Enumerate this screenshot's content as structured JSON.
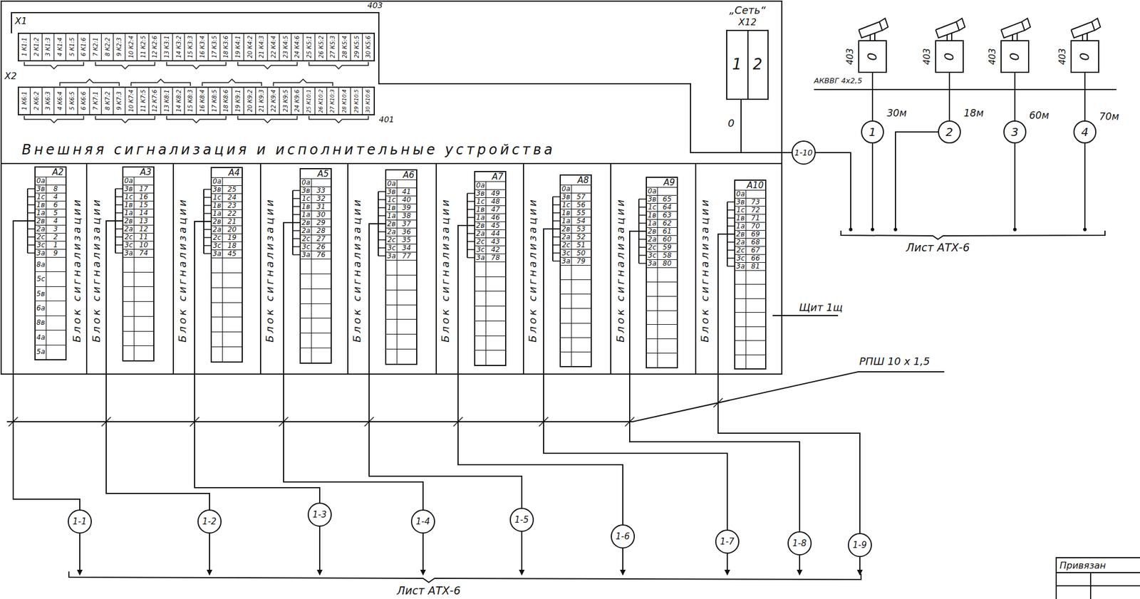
{
  "diagram": {
    "nodes": [
      {
        "text": [
          "„Сеть“",
          "X12",
          "1",
          "2"
        ]
      },
      {
        "text": [
          "403",
          "0"
        ]
      },
      {
        "text": [
          "403",
          "0"
        ]
      },
      {
        "text": [
          "403",
          "0"
        ]
      },
      {
        "text": [
          "403",
          "0"
        ]
      },
      {
        "text": [
          "1"
        ]
      },
      {
        "text": [
          "2"
        ]
      },
      {
        "text": [
          "3"
        ]
      },
      {
        "text": [
          "4"
        ]
      },
      {
        "text": [
          "1-10"
        ]
      },
      {
        "text": [
          "А2"
        ]
      },
      {
        "text": [
          "А3"
        ]
      },
      {
        "text": [
          "А4"
        ]
      },
      {
        "text": [
          "А5"
        ]
      },
      {
        "text": [
          "А6"
        ]
      },
      {
        "text": [
          "А7"
        ]
      },
      {
        "text": [
          "А8"
        ]
      },
      {
        "text": [
          "А9"
        ]
      },
      {
        "text": [
          "А10"
        ]
      },
      {
        "text": [
          "1-1"
        ]
      },
      {
        "text": [
          "1-2"
        ]
      },
      {
        "text": [
          "1-3"
        ]
      },
      {
        "text": [
          "1-4"
        ]
      },
      {
        "text": [
          "1-5"
        ]
      },
      {
        "text": [
          "1-6"
        ]
      },
      {
        "text": [
          "1-7"
        ]
      },
      {
        "text": [
          "1-8"
        ]
      },
      {
        "text": [
          "1-9"
        ]
      }
    ],
    "edges": [
      {
        "from": 0,
        "to": 9,
        "arrow": "none"
      },
      {
        "from": 1,
        "to": 5,
        "arrow": "none"
      },
      {
        "from": 2,
        "to": 6,
        "arrow": "none"
      },
      {
        "from": 3,
        "to": 7,
        "arrow": "none"
      },
      {
        "from": 4,
        "to": 8,
        "arrow": "none"
      },
      {
        "from": 10,
        "to": 19,
        "arrow": "none"
      },
      {
        "from": 11,
        "to": 20,
        "arrow": "none"
      },
      {
        "from": 12,
        "to": 21,
        "arrow": "none"
      },
      {
        "from": 13,
        "to": 22,
        "arrow": "none"
      },
      {
        "from": 14,
        "to": 23,
        "arrow": "none"
      },
      {
        "from": 15,
        "to": 24,
        "arrow": "none"
      },
      {
        "from": 16,
        "to": 25,
        "arrow": "none"
      },
      {
        "from": 17,
        "to": 26,
        "arrow": "none"
      },
      {
        "from": 18,
        "to": 27,
        "arrow": "none"
      }
    ],
    "labels": [
      "X1",
      "403",
      "1 К1:1",
      "2 К1:2",
      "3 К1:3",
      "4 К1:4",
      "5 К1:5",
      "6 К1:6",
      "7 К2:1",
      "8 К2:2",
      "9 К2:3",
      "10 К2:4",
      "11 К2:5",
      "12 К2:6",
      "13 К3:1",
      "14 К3:2",
      "15 К3:3",
      "16 К3:4",
      "17 К3:5",
      "18 К3:6",
      "19 К4:1",
      "20 К4:2",
      "21 К4:3",
      "22 К4:4",
      "23 К4:5",
      "24 К4:6",
      "25 К5:1",
      "26 К5:2",
      "27 К5:3",
      "28 К5:4",
      "29 К5:5",
      "30 К5:6",
      "X2",
      "1 К6:1",
      "2 К6:2",
      "3 К6:3",
      "4 К6:4",
      "5 К6:5",
      "6 К6:6",
      "7 К7:1",
      "8 К7:2",
      "9 К7:3",
      "10 К7:4",
      "11 К7:5",
      "12 К7:6",
      "13 К8:1",
      "14 К8:2",
      "15 К8:3",
      "16 К8:4",
      "17 К8:5",
      "18 К8:6",
      "19 К9:1",
      "20 К9:2",
      "21 К9:3",
      "22 К9:4",
      "23 К9:5",
      "24 К9:6",
      "25 К10:1",
      "26 К10:2",
      "27 К10:3",
      "28 К10:4",
      "29 К10:5",
      "30 К10:6",
      "401",
      "Внешняя сигнализация и исполнительные устройства",
      "0",
      "АКВВГ 4x2,5",
      "30м",
      "18м",
      "60м",
      "70м",
      "Лист АТХ-6",
      "0а",
      "3в",
      "8",
      "1с",
      "4",
      "1в",
      "6",
      "1а",
      "5",
      "2в",
      "4",
      "2а",
      "3",
      "2с",
      "2",
      "3с",
      "1",
      "3а",
      "9",
      "8а",
      "5с",
      "5в",
      "6а",
      "8в",
      "4а",
      "5а",
      "0а",
      "3в",
      "17",
      "1с",
      "16",
      "1в",
      "15",
      "1а",
      "14",
      "2в",
      "13",
      "2а",
      "12",
      "2с",
      "11",
      "3с",
      "10",
      "3а",
      "74",
      "0а",
      "3в",
      "25",
      "1с",
      "24",
      "1в",
      "23",
      "1а",
      "22",
      "2в",
      "21",
      "2а",
      "20",
      "2с",
      "19",
      "3с",
      "18",
      "3а",
      "45",
      "0а",
      "3в",
      "33",
      "1с",
      "32",
      "1в",
      "31",
      "1а",
      "30",
      "2в",
      "29",
      "2а",
      "28",
      "2с",
      "27",
      "3с",
      "26",
      "3а",
      "76",
      "0а",
      "3в",
      "41",
      "1с",
      "40",
      "1в",
      "39",
      "1а",
      "38",
      "2в",
      "37",
      "2а",
      "36",
      "2с",
      "35",
      "3с",
      "34",
      "3а",
      "77",
      "0а",
      "3в",
      "49",
      "1с",
      "48",
      "1в",
      "47",
      "1а",
      "46",
      "2в",
      "45",
      "2а",
      "44",
      "2с",
      "43",
      "3с",
      "42",
      "3а",
      "78",
      "0а",
      "3в",
      "57",
      "1с",
      "56",
      "1в",
      "55",
      "1а",
      "54",
      "2в",
      "53",
      "2а",
      "52",
      "2с",
      "51",
      "3с",
      "50",
      "3а",
      "79",
      "0а",
      "3в",
      "65",
      "1с",
      "64",
      "1в",
      "63",
      "1а",
      "62",
      "2в",
      "61",
      "2а",
      "60",
      "2с",
      "59",
      "3с",
      "58",
      "3а",
      "80",
      "0а",
      "3в",
      "73",
      "1с",
      "72",
      "1в",
      "71",
      "1а",
      "70",
      "2в",
      "69",
      "2а",
      "68",
      "2с",
      "67",
      "3с",
      "66",
      "3а",
      "81",
      "Блок сигнализации",
      "Блок сигнализации",
      "Блок сигнализации",
      "Блок сигнализации",
      "Блок сигнализации",
      "Блок сигнализации",
      "Блок сигнализации",
      "Блок сигнализации",
      "Блок сигнализации",
      "Щит 1щ",
      "РПШ 10 x 1,5",
      "Лист АТХ-6",
      "Привязан"
    ]
  }
}
